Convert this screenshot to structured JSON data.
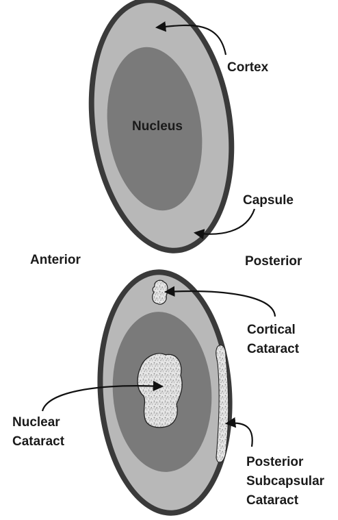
{
  "top_lens": {
    "nucleus_label": "Nucleus",
    "cortex_label": "Cortex",
    "capsule_label": "Capsule"
  },
  "orientation": {
    "anterior_label": "Anterior",
    "posterior_label": "Posterior"
  },
  "bottom_lens": {
    "cortical_cataract_label": [
      "Cortical",
      "Cataract"
    ],
    "nuclear_cataract_label": [
      "Nuclear",
      "Cataract"
    ],
    "posterior_subcapsular_cataract_label": [
      "Posterior",
      "Subcapsular",
      "Cataract"
    ]
  },
  "colors": {
    "capsule": "#3a3a3a",
    "cortex": "#b8b8b8",
    "nucleus": "#7a7a7a",
    "opacity": "#e4e4e4",
    "text": "#1a1a1a"
  }
}
